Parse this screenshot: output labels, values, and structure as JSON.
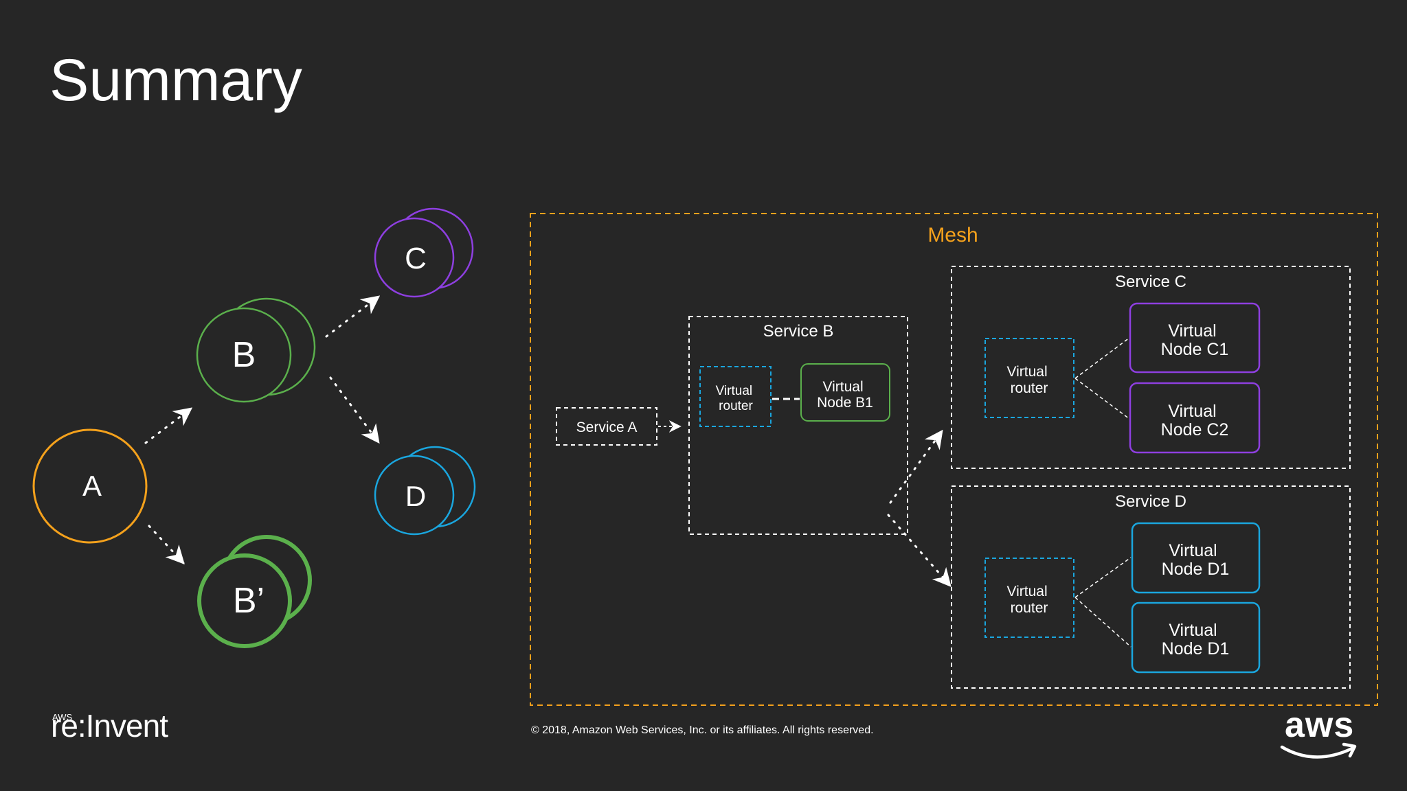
{
  "title": "Summary",
  "left_diagram": {
    "node_a": "A",
    "node_b": "B",
    "node_b_prime": "B’",
    "node_c": "C",
    "node_d": "D"
  },
  "mesh": {
    "label": "Mesh",
    "service_a": "Service A",
    "service_b": {
      "label": "Service B",
      "router": [
        "Virtual",
        "router"
      ],
      "node": [
        "Virtual",
        "Node B1"
      ]
    },
    "service_c": {
      "label": "Service C",
      "router": [
        "Virtual",
        "router"
      ],
      "node1": [
        "Virtual",
        "Node C1"
      ],
      "node2": [
        "Virtual",
        "Node C2"
      ]
    },
    "service_d": {
      "label": "Service D",
      "router": [
        "Virtual",
        "router"
      ],
      "node1": [
        "Virtual",
        "Node D1"
      ],
      "node2": [
        "Virtual",
        "Node D1"
      ]
    }
  },
  "colors": {
    "background": "#262626",
    "orange": "#f4a11c",
    "green": "#5bb04c",
    "purple": "#8e3fe0",
    "blue": "#1aa6de",
    "white": "#ffffff"
  },
  "footer": {
    "copyright": "© 2018, Amazon Web Services, Inc. or its affiliates. All rights reserved.",
    "event_logo_small": "AWS",
    "event_logo": "re:Invent",
    "brand_logo": "aws"
  }
}
